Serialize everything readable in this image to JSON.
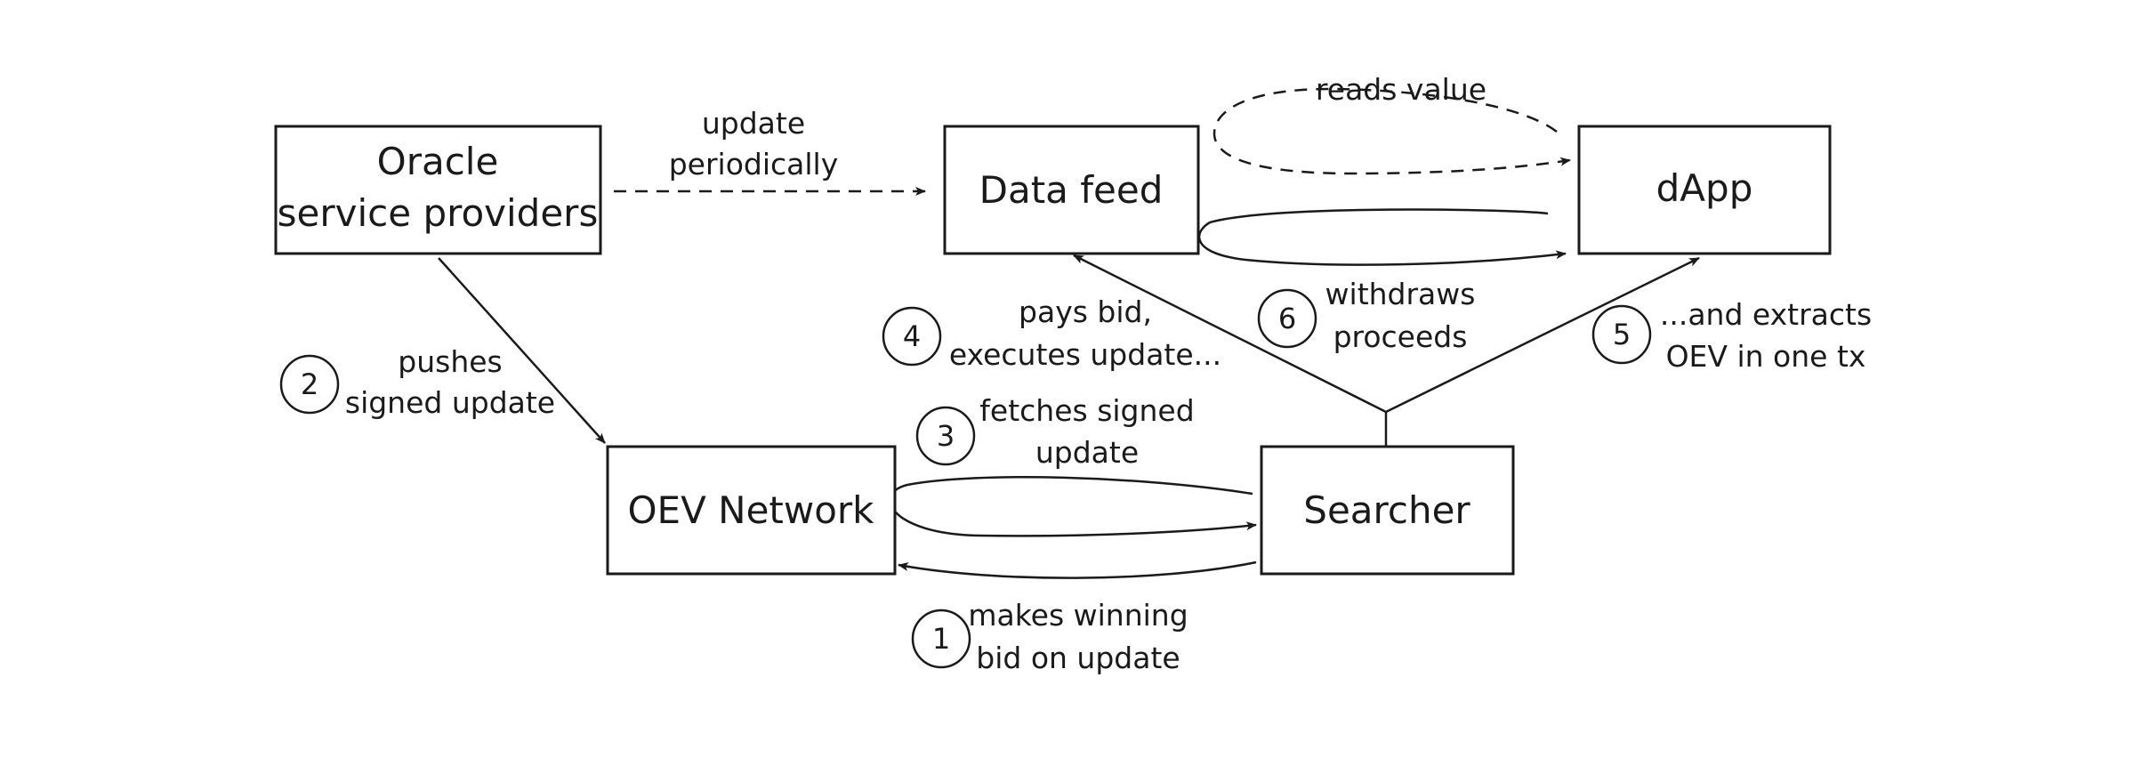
{
  "nodes": {
    "oracle": {
      "line1": "Oracle",
      "line2": "service providers"
    },
    "data_feed": {
      "label": "Data feed"
    },
    "dapp": {
      "label": "dApp"
    },
    "oev_network": {
      "label": "OEV Network"
    },
    "searcher": {
      "label": "Searcher"
    }
  },
  "edges": {
    "update_periodically": {
      "line1": "update",
      "line2": "periodically"
    },
    "reads_value": {
      "label": "reads value"
    },
    "step1": {
      "number": "1",
      "line1": "makes winning",
      "line2": "bid on update"
    },
    "step2": {
      "number": "2",
      "line1": "pushes",
      "line2": "signed update"
    },
    "step3": {
      "number": "3",
      "line1": "fetches signed",
      "line2": "update"
    },
    "step4": {
      "number": "4",
      "line1": "pays bid,",
      "line2": "executes update..."
    },
    "step5": {
      "number": "5",
      "line1": "...and extracts",
      "line2": "OEV in one tx"
    },
    "step6": {
      "number": "6",
      "line1": "withdraws",
      "line2": "proceeds"
    }
  },
  "colors": {
    "ink": "#1a1a1a",
    "background": "#ffffff"
  }
}
